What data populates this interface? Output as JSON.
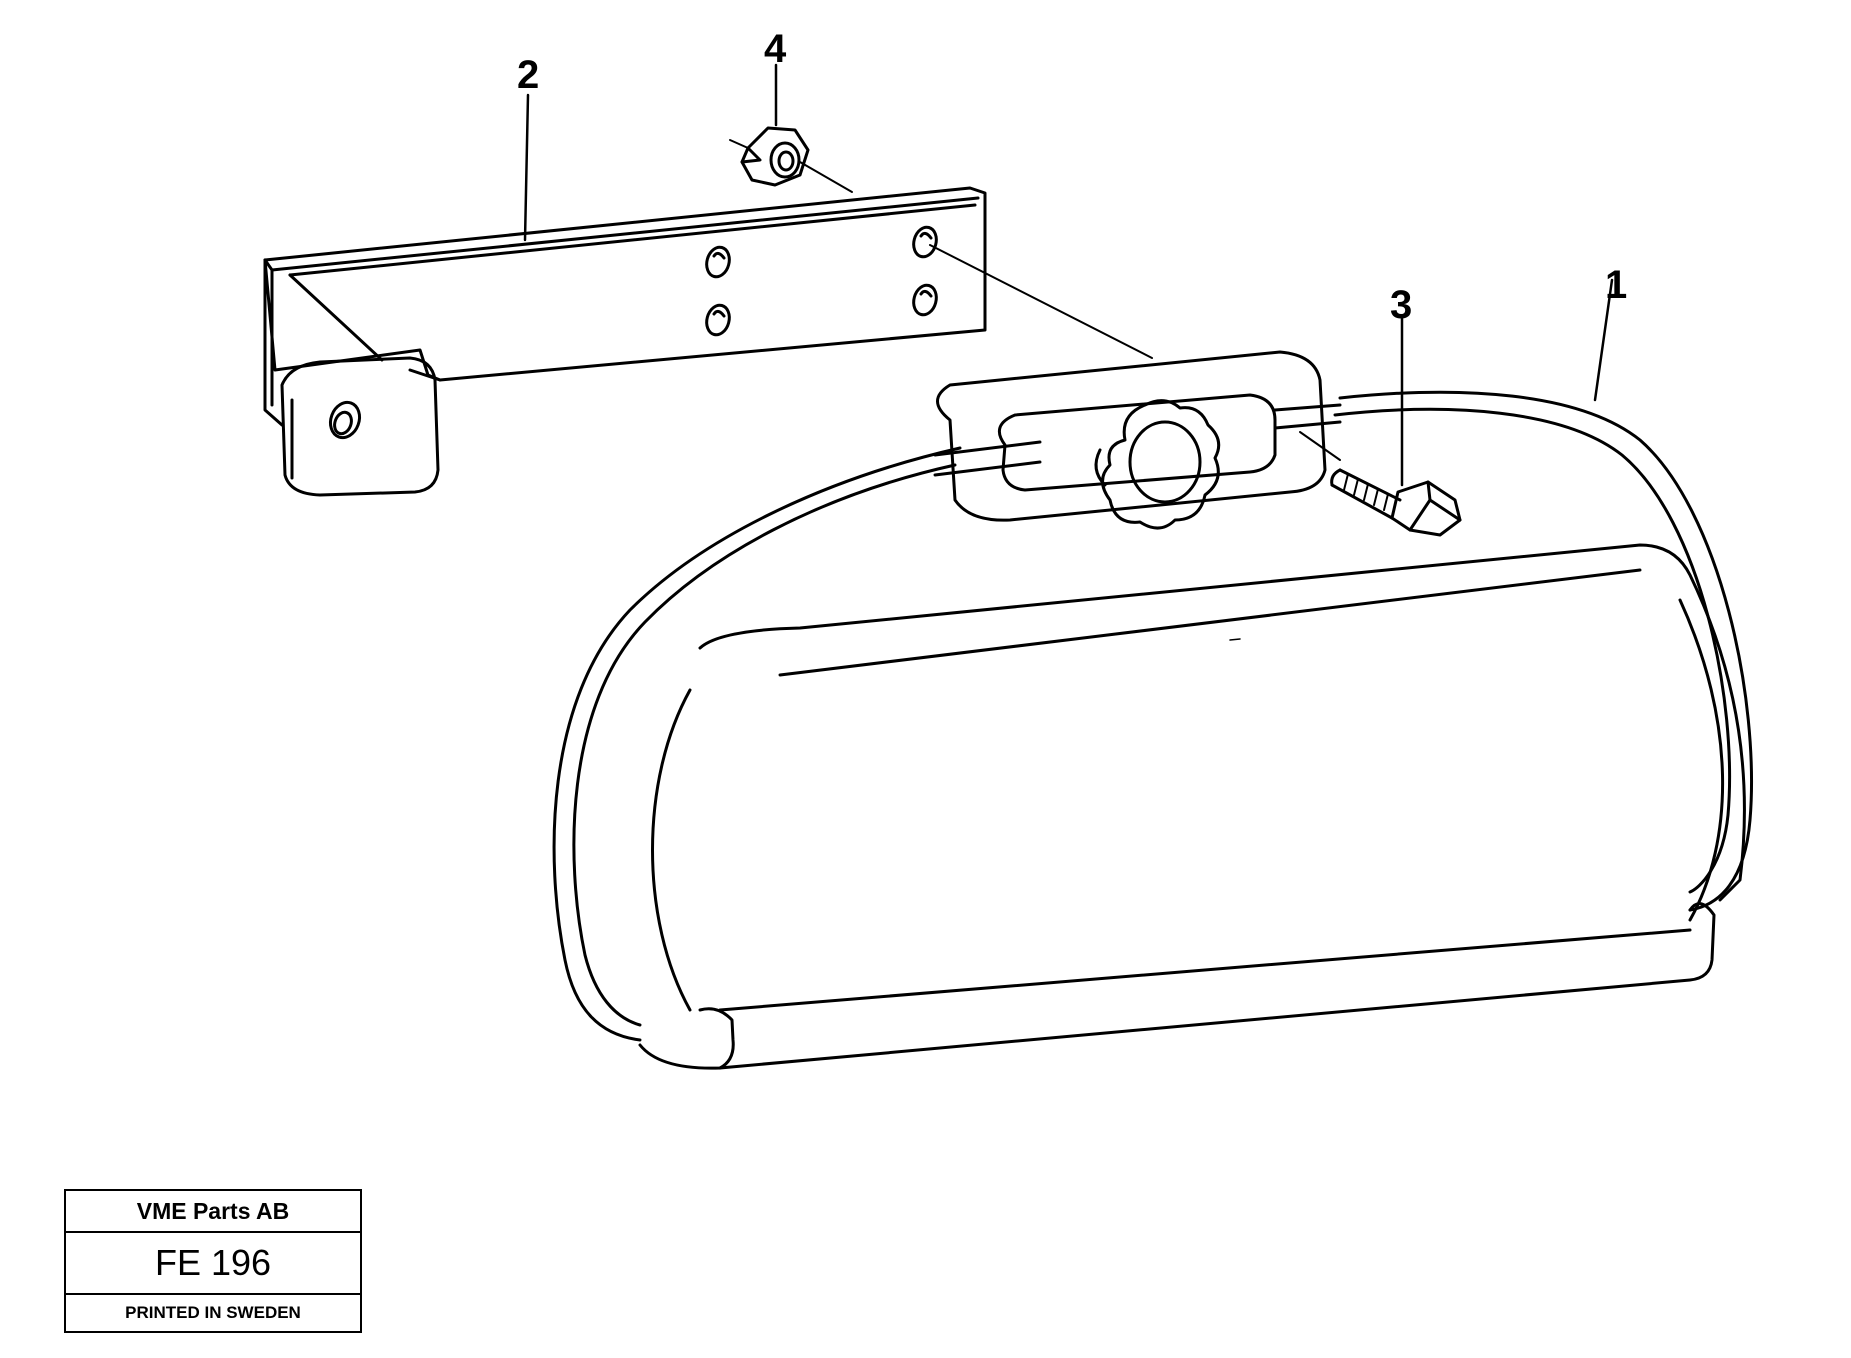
{
  "callouts": {
    "item_1": "1",
    "item_2": "2",
    "item_3": "3",
    "item_4": "4"
  },
  "title_block": {
    "company": "VME Parts AB",
    "drawing_code": "FE 196",
    "printed": "PRINTED IN SWEDEN"
  },
  "colors": {
    "line": "#000000",
    "background": "#ffffff"
  }
}
